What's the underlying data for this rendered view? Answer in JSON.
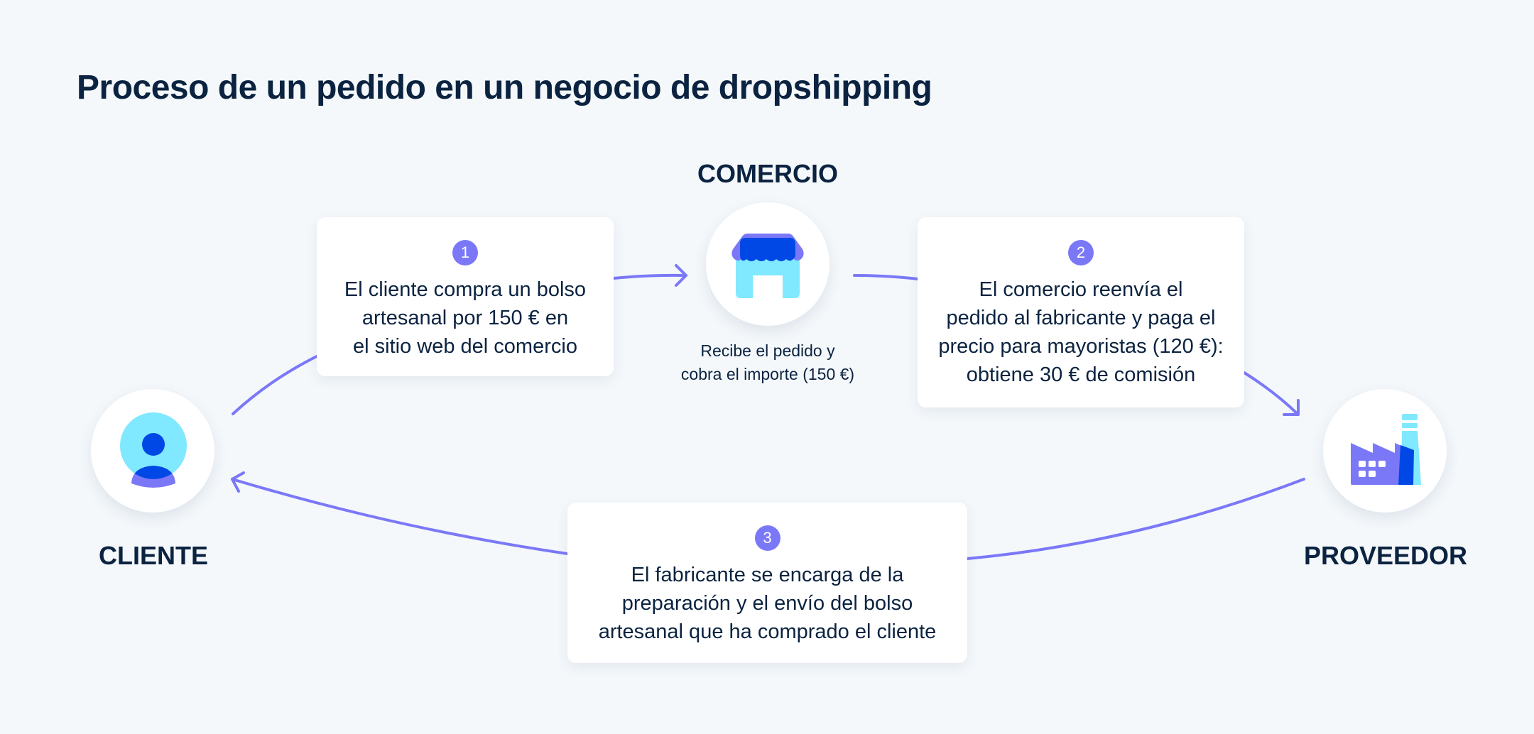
{
  "title": "Proceso de un pedido en un negocio de dropshipping",
  "colors": {
    "background": "#F4F8FB",
    "text": "#0B2340",
    "accent_purple": "#7B78F8",
    "accent_blue": "#0048E5",
    "accent_cyan": "#80E8FF",
    "card": "#FFFFFF"
  },
  "nodes": {
    "cliente": {
      "label": "CLIENTE",
      "icon": "person-icon"
    },
    "comercio": {
      "label": "COMERCIO",
      "icon": "store-icon",
      "caption": [
        "Recibe el pedido y",
        "cobra el importe (150 €)"
      ]
    },
    "proveedor": {
      "label": "PROVEEDOR",
      "icon": "factory-icon"
    }
  },
  "steps": [
    {
      "number": "1",
      "lines": [
        "El cliente compra un bolso",
        "artesanal por 150 € en",
        "el sitio web del comercio"
      ]
    },
    {
      "number": "2",
      "lines": [
        "El comercio reenvía el",
        "pedido al fabricante y paga el",
        "precio para mayoristas (120 €):",
        "obtiene 30 € de comisión"
      ]
    },
    {
      "number": "3",
      "lines": [
        "El fabricante se encarga de la",
        "preparación y el envío del bolso",
        "artesanal que ha comprado el cliente"
      ]
    }
  ]
}
